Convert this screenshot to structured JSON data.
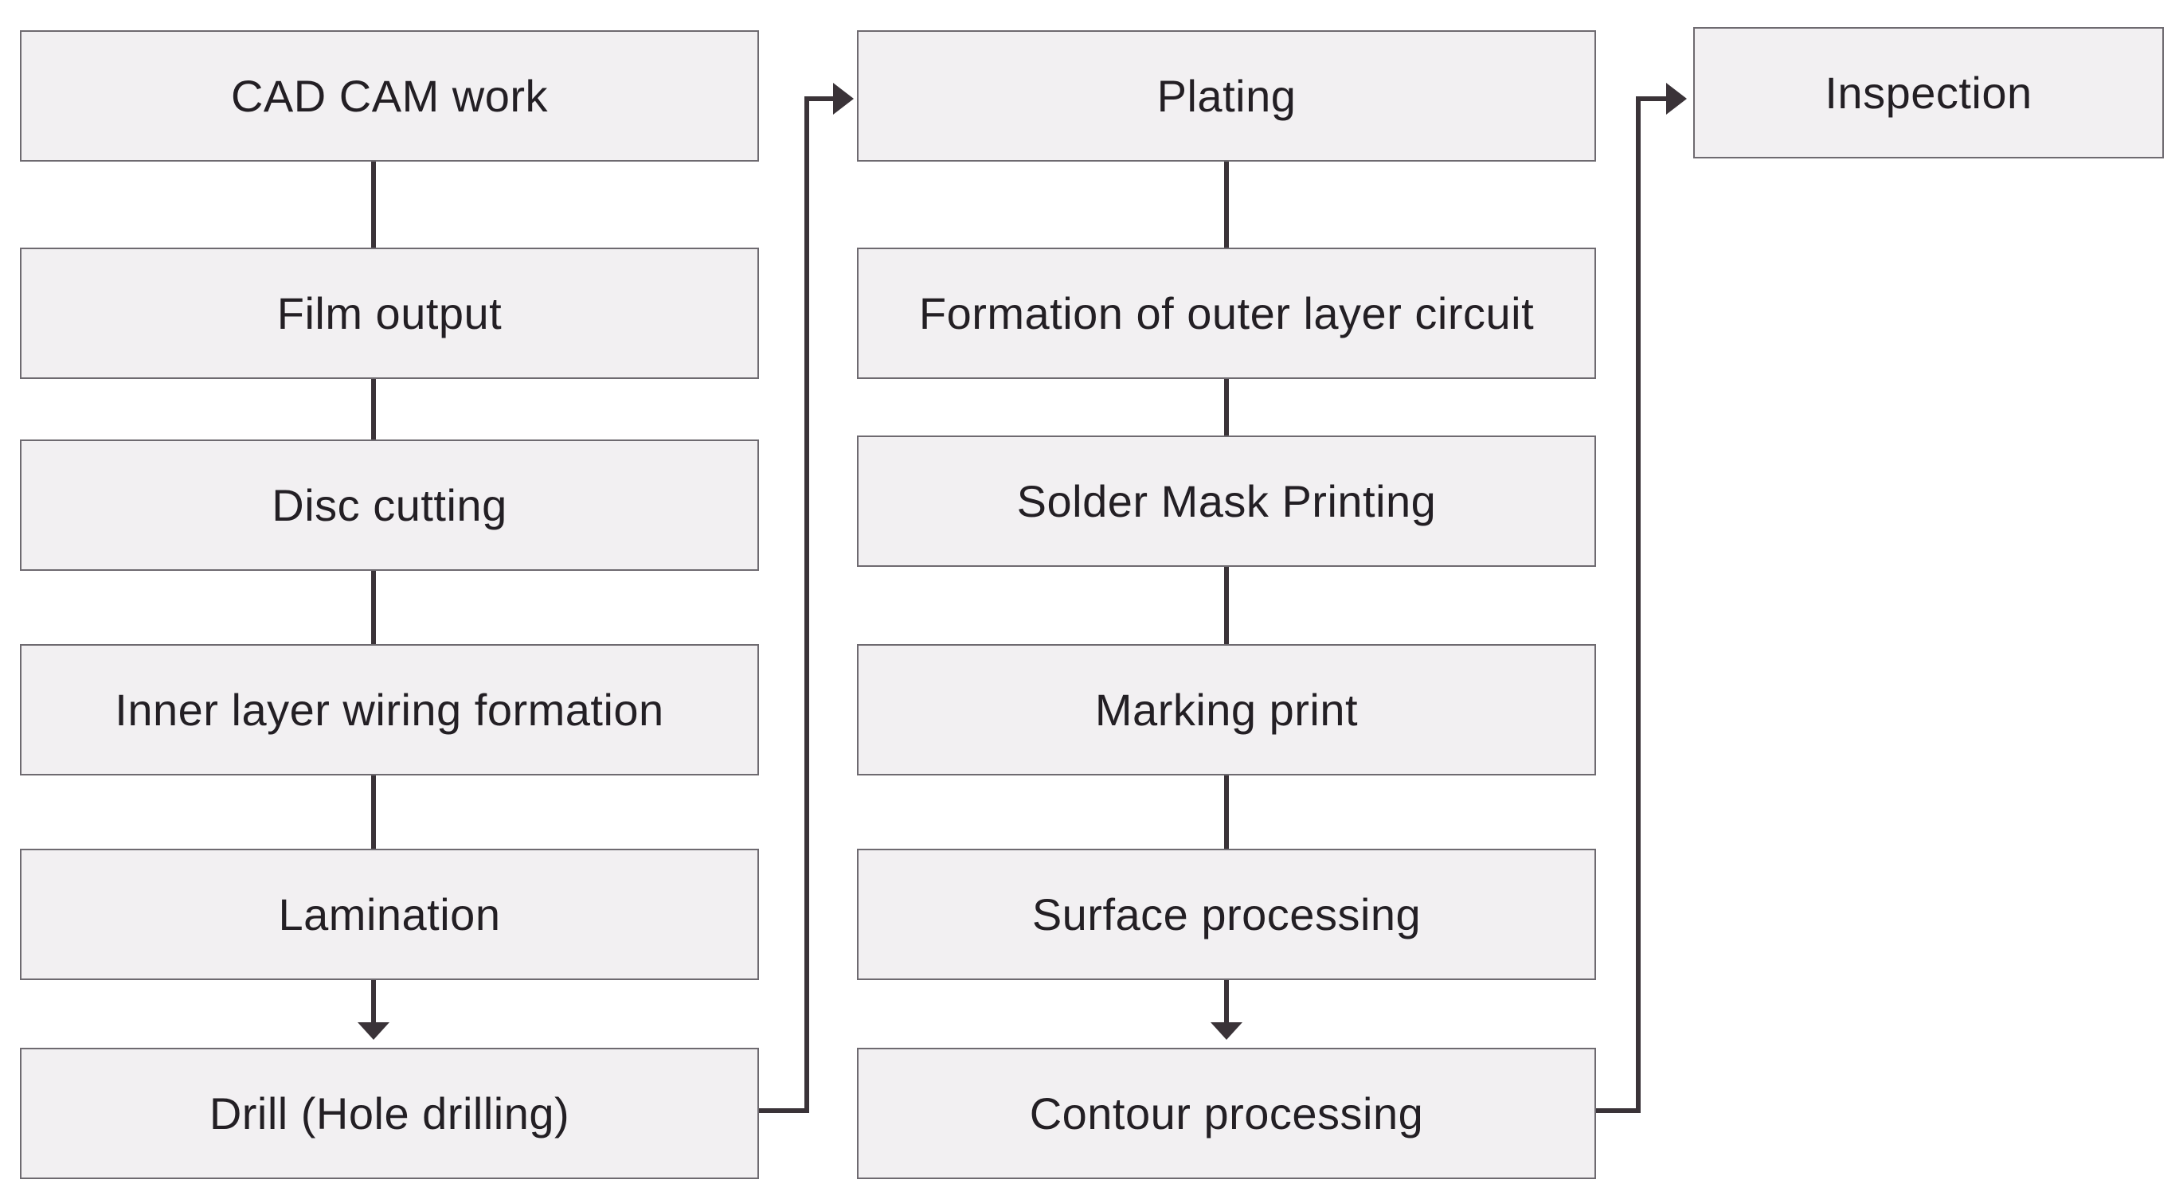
{
  "columns": [
    {
      "steps": [
        "CAD CAM work",
        "Film output",
        "Disc cutting",
        "Inner layer wiring formation",
        "Lamination",
        "Drill (Hole drilling)"
      ]
    },
    {
      "steps": [
        "Plating",
        "Formation of outer layer circuit",
        "Solder Mask Printing",
        "Marking print",
        "Surface processing",
        "Contour processing"
      ]
    },
    {
      "steps": [
        "Inspection"
      ]
    }
  ],
  "colors": {
    "box_fill": "#f2f0f2",
    "box_border": "#6e6a70",
    "connector": "#3a3338",
    "text": "#231f24"
  }
}
